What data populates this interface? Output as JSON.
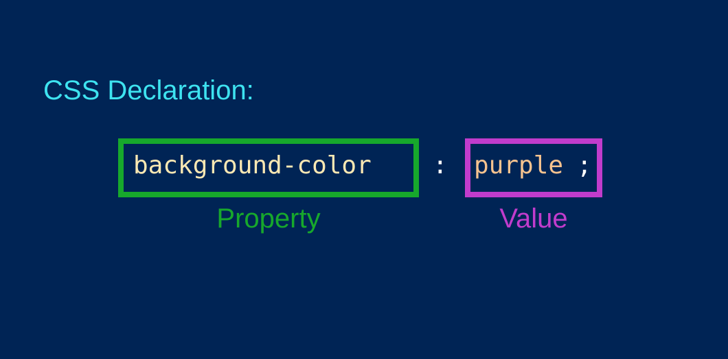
{
  "heading": "CSS Declaration:",
  "declaration": {
    "property": "background-color",
    "separator": ":",
    "value": "purple",
    "terminator": ";"
  },
  "labels": {
    "property": "Property",
    "value": "Value"
  },
  "colors": {
    "background": "#002455",
    "heading": "#3ee3f0",
    "code_text": "#fbe8b3",
    "value_text": "#f7c38f",
    "punctuation": "#ffffff",
    "property_accent": "#17a82c",
    "value_accent": "#c13ccc"
  }
}
